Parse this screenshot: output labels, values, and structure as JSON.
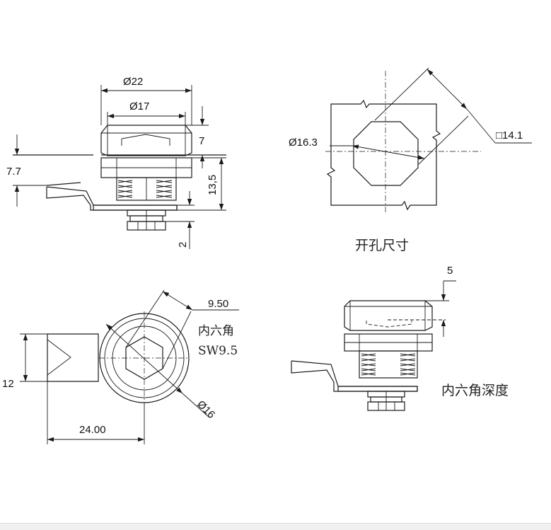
{
  "views": {
    "front": {
      "dim_outer_dia": "Ø22",
      "dim_inner_dia": "Ø17",
      "dim_head_height": "7",
      "dim_panel": "7.7",
      "dim_body_height": "13,5",
      "dim_nut": "2"
    },
    "cutout": {
      "dim_dia": "Ø16.3",
      "dim_square": "□14.1",
      "caption": "开孔尺寸"
    },
    "top": {
      "dim_hex_offset": "9.50",
      "hex_label_line1": "内六角",
      "hex_label_line2": "SW9.5",
      "dim_dia": "Ø16",
      "dim_height": "12",
      "dim_length": "24.00"
    },
    "side": {
      "dim_depth": "5",
      "caption": "内六角深度"
    }
  }
}
